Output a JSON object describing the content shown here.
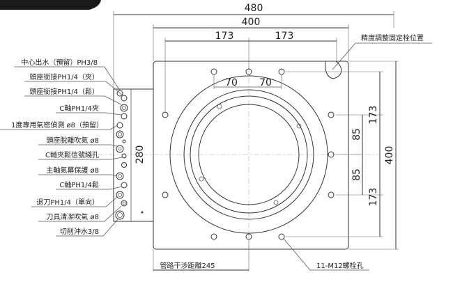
{
  "dimensions": {
    "overall_width": "480",
    "plate_width": "400",
    "hole_spacing_left": "173",
    "hole_spacing_right": "173",
    "inner_left": "70",
    "inner_right": "70",
    "right_upper": "173",
    "right_mid_upper": "85",
    "right_mid_lower": "85",
    "right_lower": "173",
    "right_total": "400",
    "manifold_height": "280"
  },
  "annotations": {
    "adjust_locator": "精度調整固定栓位置",
    "pipe_interference": "管路干涉距離245",
    "bolt_holes": "11-M12螺栓孔"
  },
  "ports": [
    "中心出水（預留）PH3/8",
    "頭座銜接PH1/4（夾）",
    "頭座銜接PH1/4（鬆）",
    "C軸PH1/4夾",
    "1度專用氣密偵測 ø8（預留）",
    "頭座脫離吹氣 ø8",
    "C軸夾鬆信號綫孔",
    "主軸氣幕保護 ø8",
    "C軸PH1/4鬆",
    "退刀PH1/4（單向）",
    "刀具清潔吹氣 ø8",
    "切削沖水3/8"
  ],
  "colors": {
    "line": "#333333",
    "corner_block": "#1a1a1a"
  }
}
